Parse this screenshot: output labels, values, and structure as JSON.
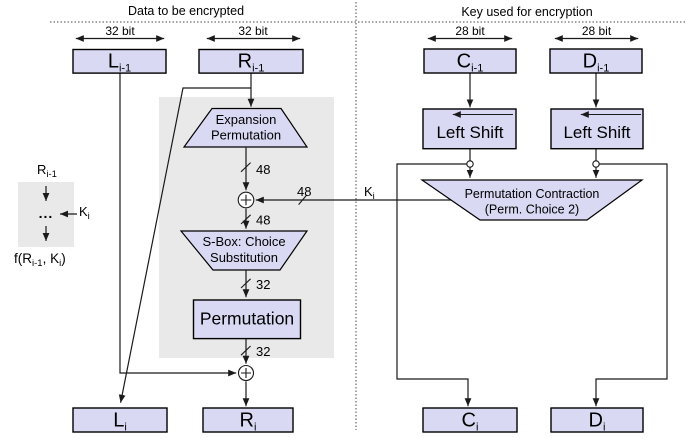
{
  "titles": {
    "left": "Data to be encrypted",
    "right": "Key used for encryption"
  },
  "bus": {
    "l": "32 bit",
    "r": "32 bit",
    "c": "28 bit",
    "d": "28 bit"
  },
  "registers": {
    "l_prev": {
      "base": "L",
      "sub": "i-1"
    },
    "r_prev": {
      "base": "R",
      "sub": "i-1"
    },
    "c_prev": {
      "base": "C",
      "sub": "i-1"
    },
    "d_prev": {
      "base": "D",
      "sub": "i-1"
    },
    "l_cur": {
      "base": "L",
      "sub": "i"
    },
    "r_cur": {
      "base": "R",
      "sub": "i"
    },
    "c_cur": {
      "base": "C",
      "sub": "i"
    },
    "d_cur": {
      "base": "D",
      "sub": "i"
    }
  },
  "blocks": {
    "expansion": {
      "line1": "Expansion",
      "line2": "Permutation"
    },
    "sbox": {
      "line1": "S-Box: Choice",
      "line2": "Substitution"
    },
    "permutation": {
      "label": "Permutation"
    },
    "left_shift_c": {
      "label": "Left Shift"
    },
    "left_shift_d": {
      "label": "Left Shift"
    },
    "perm_contraction": {
      "line1": "Permutation Contraction",
      "line2": "(Perm. Choice 2)"
    }
  },
  "wire_labels": {
    "w48_expansion": "48",
    "w48_key": "48",
    "w48_xor": "48",
    "w32_sbox": "32",
    "w32_perm": "32",
    "key": {
      "base": "K",
      "sub": "i"
    }
  },
  "legend": {
    "input": {
      "base": "R",
      "sub": "i-1"
    },
    "dots": "...",
    "key": {
      "base": "K",
      "sub": "i"
    },
    "func": {
      "p1": "f(R",
      "s1": "i-1",
      "p2": ", K",
      "s2": "i",
      "p3": ")"
    }
  },
  "colors": {
    "box_fill": "#d9d9f3",
    "panel": "#e9e9e9",
    "stroke": "#1a1a1a"
  }
}
